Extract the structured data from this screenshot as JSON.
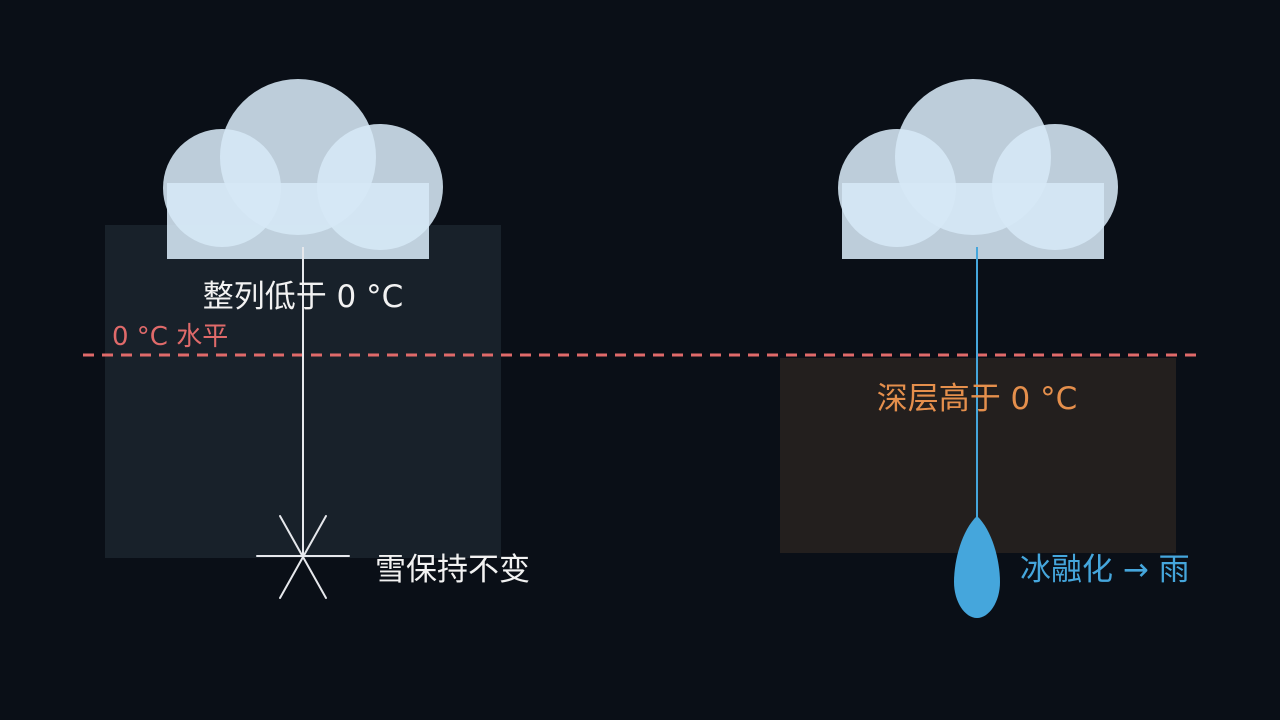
{
  "labels": {
    "left_layer": "整列低于 0 °C",
    "freezing_level": "0 °C 水平",
    "snow_result": "雪保持不变",
    "right_layer": "深层高于 0 °C",
    "rain_result": "冰融化 → 雨"
  },
  "colors": {
    "background": "#0a0f17",
    "cloud": "#d6e8f6",
    "freezing_line": "#e06a6a",
    "cold_column": "#18212a",
    "warm_layer": "#231f1e",
    "warm_label": "#e58f4c",
    "rain": "#45a6dc",
    "snow": "#e6e8ec",
    "text": "#f2f2f2"
  },
  "icons": {
    "left_cloud": "cloud-icon",
    "right_cloud": "cloud-icon",
    "snowflake": "snowflake-icon",
    "raindrop": "raindrop-icon"
  }
}
